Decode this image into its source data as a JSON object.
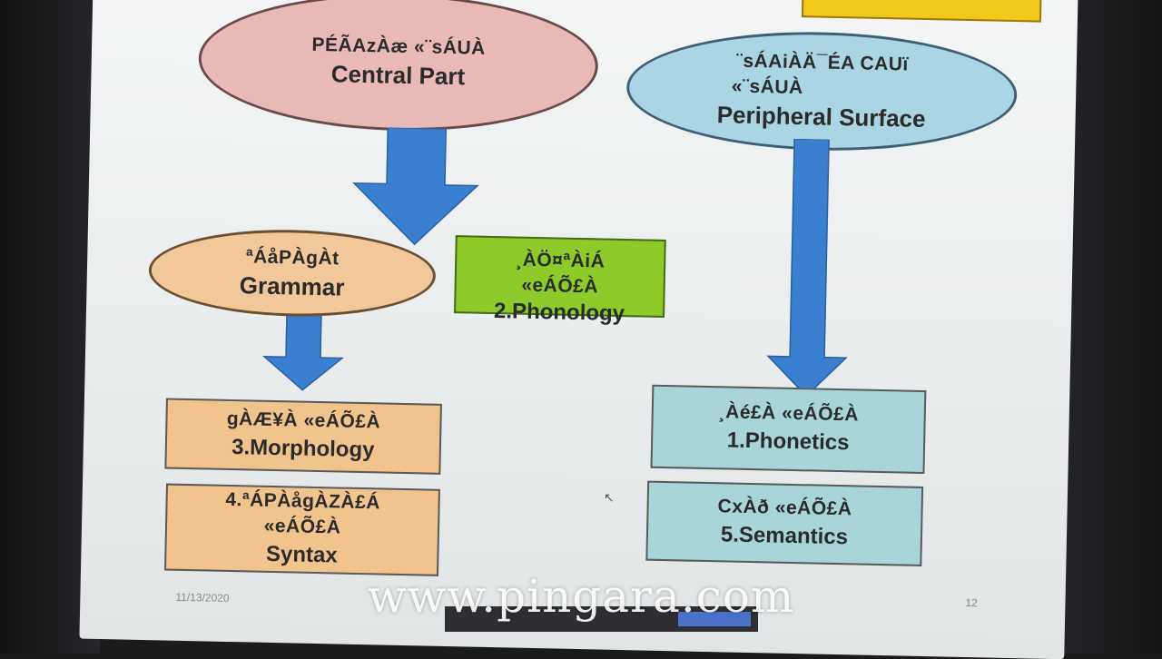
{
  "slide": {
    "central": {
      "kn": "PÉÃAzÀæ «¨sÁUÀ",
      "en": "Central  Part"
    },
    "peripheral": {
      "kn1": "¨sÁAiÀÄ¯ÉA CAUï",
      "kn2": "«¨sÁUÀ",
      "en": "Peripheral Surface"
    },
    "grammar": {
      "kn": "ªÁåPÀgÀt",
      "en": "Grammar"
    },
    "phonology": {
      "kn1": "¸ÀÖ¤ªÀiÁ",
      "kn2": "«eÁÕ£À",
      "en": "2.Phonology"
    },
    "morphology": {
      "kn": "gÀÆ¥À «eÁÕ£À",
      "en": "3.Morphology"
    },
    "syntax": {
      "kn1": "4.ªÁPÀågÀZÀ£Á",
      "kn2": "«eÁÕ£À",
      "en": "Syntax"
    },
    "phonetics": {
      "kn": "¸Àé£À «eÁÕ£À",
      "en": "1.Phonetics"
    },
    "semantics": {
      "kn": "CxÀð «eÁÕ£À",
      "en": "5.Semantics"
    },
    "footer": {
      "date": "11/13/2020",
      "page": "12"
    }
  },
  "watermark": "www.pingara.com",
  "colors": {
    "central_fill": "#e9b9b7",
    "peripheral_fill": "#a9d6e2",
    "grammar_fill": "#f2c89a",
    "phonology_fill": "#8ccb2a",
    "orange_box_fill": "#f1c48e",
    "blue_box_fill": "#a7d5d8",
    "arrow_blue": "#3a7fd0",
    "yellow_bar": "#f2c81a"
  }
}
